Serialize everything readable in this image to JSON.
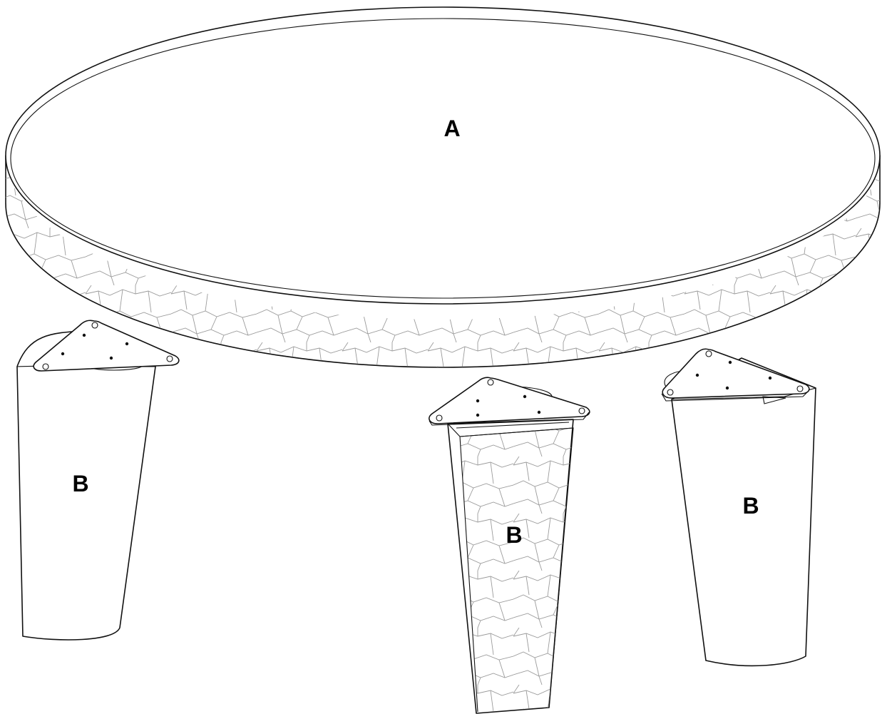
{
  "labels": {
    "tabletop": "A",
    "leg_left": "B",
    "leg_center": "B",
    "leg_right": "B"
  },
  "colors": {
    "line": "#111111",
    "texture": "#9a9a9a",
    "background": "#ffffff"
  }
}
